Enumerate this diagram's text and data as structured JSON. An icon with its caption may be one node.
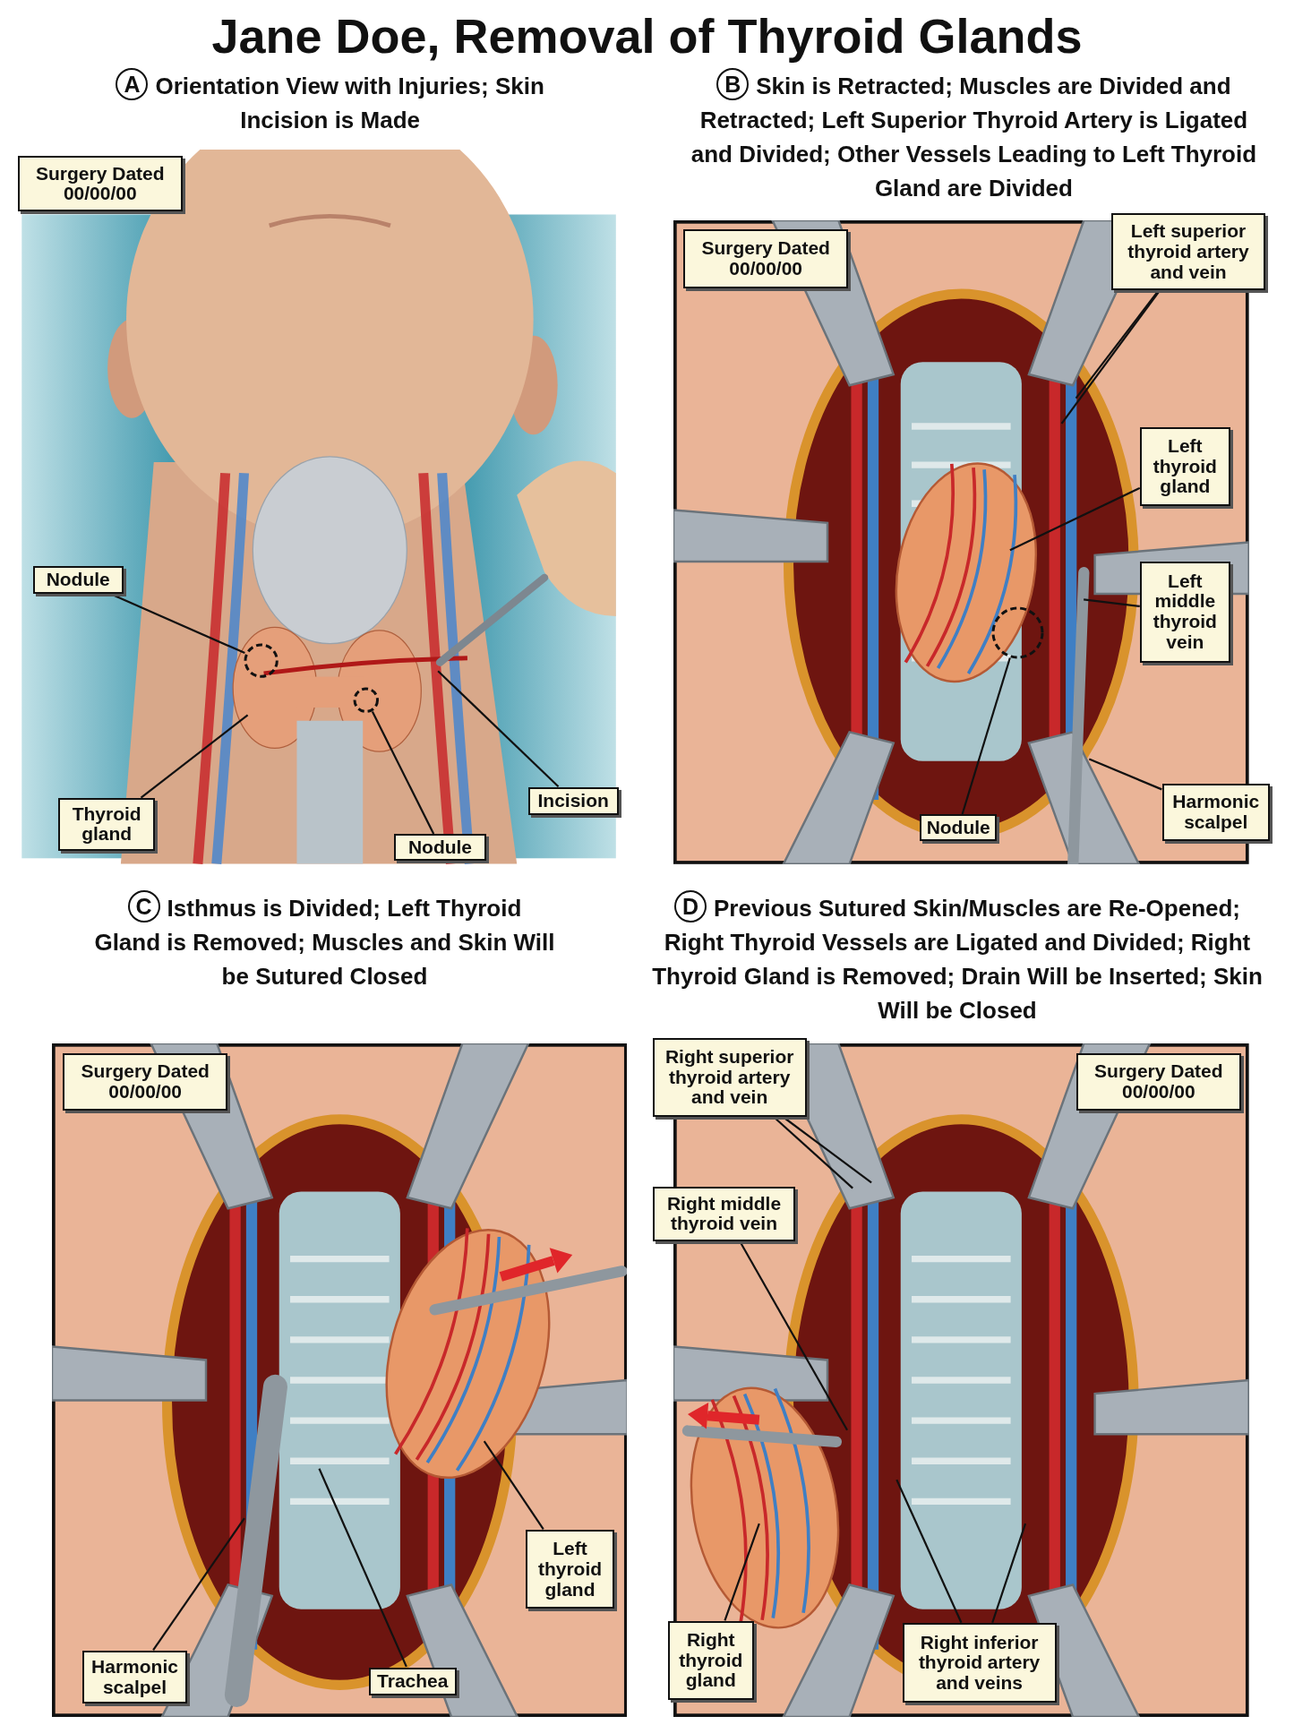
{
  "diagram": {
    "title": "Jane Doe, Removal of Thyroid Glands",
    "nodes": [
      {
        "text": [],
        "shape": "picture"
      },
      {
        "text": [
          "Surgery Dated 00/00/00"
        ]
      },
      {
        "text": [
          "Nodule"
        ],
        "in": 0
      },
      {
        "text": [
          "Thyroid gland"
        ],
        "in": 0
      },
      {
        "text": [
          "Nodule"
        ],
        "in": 0
      },
      {
        "text": [
          "Incision"
        ],
        "in": 0
      },
      {
        "text": [],
        "shape": "picture"
      },
      {
        "text": [
          "Surgery Dated 00/00/00"
        ],
        "in": 6
      },
      {
        "text": [
          "Left superior thyroid artery and vein"
        ]
      },
      {
        "text": [
          "Left thyroid gland"
        ],
        "in": 6
      },
      {
        "text": [
          "Left middle thyroid vein"
        ],
        "in": 6
      },
      {
        "text": [
          "Harmonic scalpel"
        ]
      },
      {
        "text": [
          "Nodule"
        ],
        "in": 6
      },
      {
        "text": [],
        "shape": "picture"
      },
      {
        "text": [
          "Surgery Dated 00/00/00"
        ],
        "in": 13
      },
      {
        "text": [
          "Left thyroid gland"
        ],
        "in": 13
      },
      {
        "text": [
          "Harmonic scalpel"
        ],
        "in": 13
      },
      {
        "text": [
          "Trachea"
        ],
        "in": 13
      },
      {
        "text": [],
        "shape": "picture"
      },
      {
        "text": [
          "Surgery Dated 00/00/00"
        ],
        "in": 18
      },
      {
        "text": [
          "Right superior thyroid artery and vein"
        ]
      },
      {
        "text": [
          "Right middle thyroid vein"
        ]
      },
      {
        "text": [
          "Right thyroid gland"
        ]
      },
      {
        "text": [
          "Right inferior thyroid artery and veins"
        ],
        "in": 18
      },
      {
        "text": [],
        "shape": "circle",
        "in": 0
      },
      {
        "text": [],
        "shape": "circle",
        "in": 0
      },
      {
        "text": [],
        "shape": "circle",
        "in": 6
      }
    ],
    "edges": [
      {
        "from": 2,
        "to": 24,
        "arrow": "none"
      },
      {
        "from": 3,
        "to": null,
        "arrow": "none"
      },
      {
        "from": 4,
        "to": 25,
        "arrow": "none"
      },
      {
        "from": 5,
        "to": null,
        "arrow": "none"
      },
      {
        "from": 8,
        "to": null,
        "arrow": "none"
      },
      {
        "from": 8,
        "to": null,
        "arrow": "none"
      },
      {
        "from": 9,
        "to": null,
        "arrow": "none"
      },
      {
        "from": 10,
        "to": null,
        "arrow": "none"
      },
      {
        "from": 11,
        "to": null,
        "arrow": "none"
      },
      {
        "from": 12,
        "to": 26,
        "arrow": "none"
      },
      {
        "from": 15,
        "to": null,
        "arrow": "none"
      },
      {
        "from": 16,
        "to": null,
        "arrow": "none"
      },
      {
        "from": 17,
        "to": null,
        "arrow": "none"
      },
      {
        "from": 20,
        "to": null,
        "arrow": "none"
      },
      {
        "from": 20,
        "to": null,
        "arrow": "none"
      },
      {
        "from": 21,
        "to": null,
        "arrow": "none"
      },
      {
        "from": 22,
        "to": null,
        "arrow": "none"
      },
      {
        "from": 23,
        "to": null,
        "arrow": "none"
      },
      {
        "from": 23,
        "to": null,
        "arrow": "none"
      }
    ],
    "labels": [
      "A",
      "Orientation View with Injuries; Skin Incision is Made",
      "B",
      "Skin is Retracted; Muscles are Divided and Retracted; Left Superior Thyroid Artery is Ligated and Divided; Other Vessels Leading to Left Thyroid Gland are Divided",
      "C",
      "Isthmus is Divided; Left Thyroid Gland is Removed; Muscles and Skin Will be Sutured Closed",
      "D",
      "Previous Sutured Skin/Muscles are Re-Opened; Right Thyroid Vessels are Ligated and Divided; Right Thyroid Gland is Removed; Drain Will be Inserted; Skin Will be Closed"
    ]
  }
}
